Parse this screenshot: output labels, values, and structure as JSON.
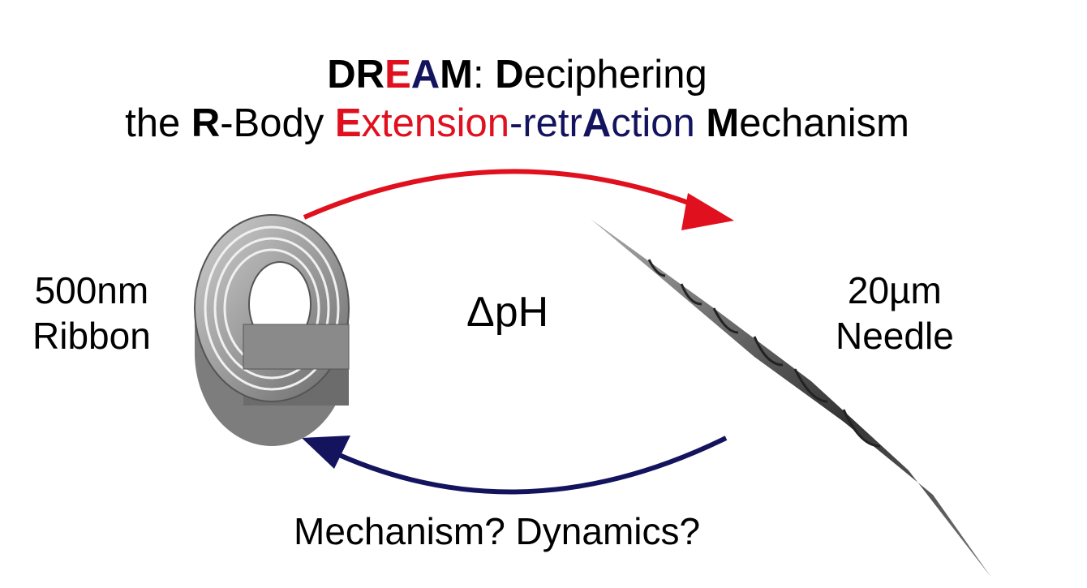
{
  "title": {
    "line1": [
      {
        "text": "D",
        "style": "bold",
        "color": "#000000"
      },
      {
        "text": "R",
        "style": "bold",
        "color": "#000000"
      },
      {
        "text": "E",
        "style": "bold",
        "color": "#e0101e"
      },
      {
        "text": "A",
        "style": "bold",
        "color": "#14145e"
      },
      {
        "text": "M",
        "style": "bold",
        "color": "#000000"
      },
      {
        "text": ": ",
        "style": "normal",
        "color": "#000000"
      },
      {
        "text": "D",
        "style": "bold",
        "color": "#000000"
      },
      {
        "text": "eciphering",
        "style": "normal",
        "color": "#000000"
      }
    ],
    "line2": [
      {
        "text": "the ",
        "style": "normal",
        "color": "#000000"
      },
      {
        "text": "R",
        "style": "bold",
        "color": "#000000"
      },
      {
        "text": "-Body ",
        "style": "normal",
        "color": "#000000"
      },
      {
        "text": "E",
        "style": "bold",
        "color": "#e0101e"
      },
      {
        "text": "xtension",
        "style": "normal",
        "color": "#e0101e"
      },
      {
        "text": "-retr",
        "style": "normal",
        "color": "#14145e"
      },
      {
        "text": "A",
        "style": "bold",
        "color": "#14145e"
      },
      {
        "text": "ction ",
        "style": "normal",
        "color": "#14145e"
      },
      {
        "text": "M",
        "style": "bold",
        "color": "#000000"
      },
      {
        "text": "echanism",
        "style": "normal",
        "color": "#000000"
      }
    ]
  },
  "left_label": {
    "line1": "500nm",
    "line2": "Ribbon"
  },
  "right_label": {
    "line1": "20µm",
    "line2": "Needle"
  },
  "center_label": "ΔpH",
  "bottom_label": "Mechanism? Dynamics?",
  "colors": {
    "extension_arrow": "#e0101e",
    "retraction_arrow": "#14145e"
  }
}
